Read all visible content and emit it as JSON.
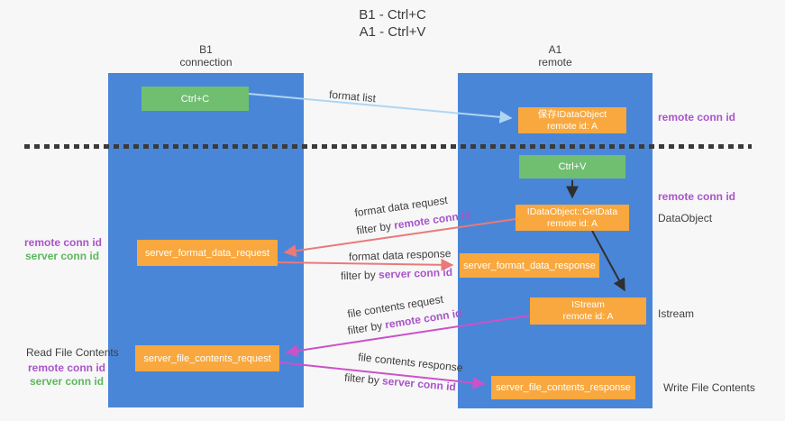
{
  "title": {
    "line1": "B1 - Ctrl+C",
    "line2": "A1 - Ctrl+V"
  },
  "columns": {
    "left": {
      "title": "B1",
      "subtitle": "connection"
    },
    "right": {
      "title": "A1",
      "subtitle": "remote"
    }
  },
  "boxes": {
    "ctrl_c": {
      "label": "Ctrl+C"
    },
    "save_idataobject": {
      "line1": "保存IDataObject",
      "line2": "remote id: A"
    },
    "ctrl_v": {
      "label": "Ctrl+V"
    },
    "getdata": {
      "line1": "IDataObject::GetData",
      "line2": "remote id: A"
    },
    "format_request": {
      "label": "server_format_data_request"
    },
    "format_response": {
      "label": "server_format_data_response"
    },
    "istream": {
      "line1": "IStream",
      "line2": "remote id: A"
    },
    "file_request": {
      "label": "server_file_contents_request"
    },
    "file_response": {
      "label": "server_file_contents_response"
    }
  },
  "flow_labels": {
    "format_list": "format list",
    "format_data_request": "format data request",
    "format_data_response": "format data response",
    "file_contents_request": "file contents request",
    "file_contents_response": "file contents response",
    "filter_by": "filter by ",
    "remote_conn_id": "remote conn id",
    "server_conn_id": "server conn id"
  },
  "side_labels": {
    "left": {
      "remote_conn_id": "remote conn id",
      "server_conn_id": "server conn id",
      "read_file_contents": "Read File Contents"
    },
    "right": {
      "remote_conn_id": "remote conn id",
      "dataobject": "DataObject",
      "istream": "Istream",
      "write_file_contents": "Write File Contents"
    }
  },
  "colors": {
    "background": "#f7f7f8",
    "column_blue": "#4a86d8",
    "box_orange": "#f8a83e",
    "box_green": "#70bf71",
    "arrow_light_blue": "#aed5f2",
    "arrow_red": "#e97a78",
    "arrow_magenta": "#cb52c8",
    "arrow_black": "#2f2f2f",
    "label_purple": "#a855c8",
    "label_green": "#5cb85c",
    "dashed_line": "#3a3a3a"
  }
}
